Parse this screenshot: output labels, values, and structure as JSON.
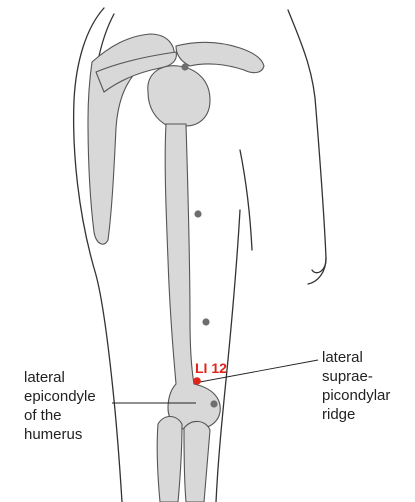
{
  "acupoint": {
    "label": "LI 12",
    "color": "#e2231a"
  },
  "marker_color": "#6e6e6e",
  "labels": {
    "left": [
      "lateral",
      "epicondyle",
      "of the",
      "humerus"
    ],
    "right": [
      "lateral",
      "suprae-",
      "picondylar",
      "ridge"
    ]
  }
}
